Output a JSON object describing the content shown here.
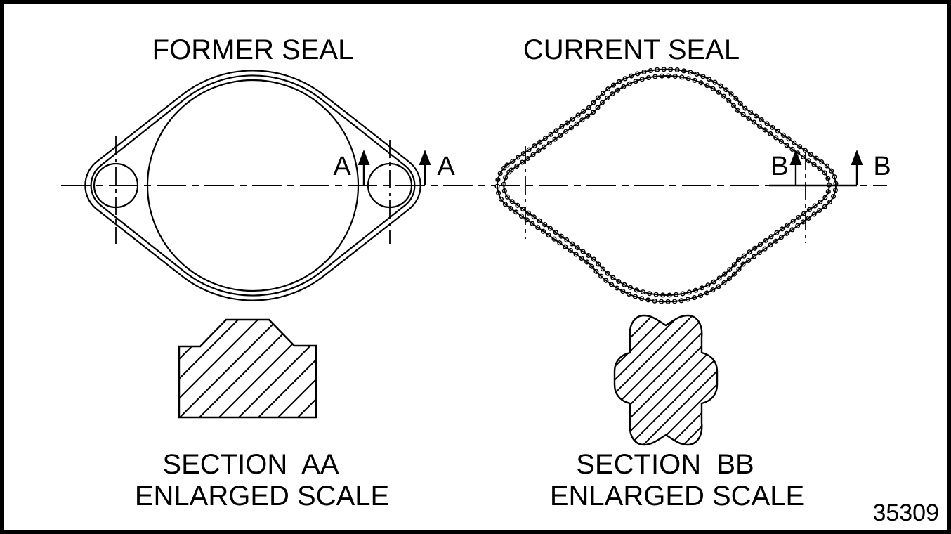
{
  "diagram": {
    "background_color": "#ffffff",
    "line_color": "#000000",
    "figure_number": "35309",
    "former": {
      "title": "FORMER SEAL",
      "cut_letter": "A",
      "caption_line1": "SECTION  AA",
      "caption_line2": "ENLARGED SCALE"
    },
    "current": {
      "title": "CURRENT SEAL",
      "cut_letter": "B",
      "caption_line1": "SECTION  BB",
      "caption_line2": "ENLARGED SCALE"
    }
  }
}
